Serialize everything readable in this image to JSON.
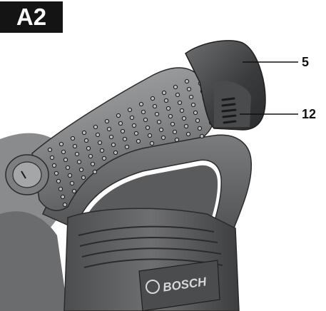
{
  "figure": {
    "tag": "A2",
    "callouts": [
      {
        "label": "5",
        "part": "battery"
      },
      {
        "label": "12",
        "part": "battery-release-button"
      }
    ],
    "brand_mark": "BOSCH"
  },
  "colors": {
    "tag_background": "#141414",
    "tag_text": "#ffffff",
    "line": "#111111",
    "housing_dark": "#3a3b3d",
    "housing_mid": "#6a6b6d",
    "housing_light": "#9a9b9d",
    "grip_dots": "#1a1a1a"
  }
}
